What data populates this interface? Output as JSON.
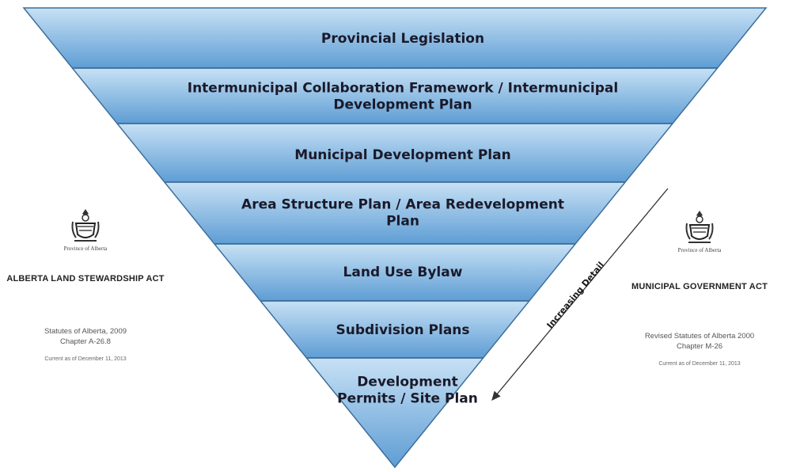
{
  "pyramid": {
    "layers": [
      {
        "lines": [
          "Provincial Legislation"
        ]
      },
      {
        "lines": [
          "Intermunicipal Collaboration Framework / Intermunicipal",
          "Development Plan"
        ]
      },
      {
        "lines": [
          "Municipal Development Plan"
        ]
      },
      {
        "lines": [
          "Area Structure Plan / Area Redevelopment",
          "Plan"
        ]
      },
      {
        "lines": [
          "Land Use Bylaw"
        ]
      },
      {
        "lines": [
          "Subdivision Plans"
        ]
      },
      {
        "lines": [
          "Development",
          "Permits / Site Plan"
        ]
      }
    ],
    "colors": {
      "band_top": "#c7e1f5",
      "band_bottom": "#5e9dd4",
      "separator": "#2f5f8c",
      "text": "#1a1a2a"
    }
  },
  "arrow": {
    "label": "Increasing Detail"
  },
  "left_document": {
    "province": "Province of Alberta",
    "title": "ALBERTA LAND STEWARDSHIP ACT",
    "statutes_line1": "Statutes of Alberta, 2009",
    "statutes_line2": "Chapter A-26.8",
    "current": "Current as of December 11, 2013",
    "icon": "alberta-coat-of-arms-icon"
  },
  "right_document": {
    "province": "Province of Alberta",
    "title": "MUNICIPAL GOVERNMENT ACT",
    "statutes_line1": "Revised Statutes of Alberta 2000",
    "statutes_line2": "Chapter M-26",
    "current": "Current as of December 11, 2013",
    "icon": "alberta-coat-of-arms-icon"
  }
}
